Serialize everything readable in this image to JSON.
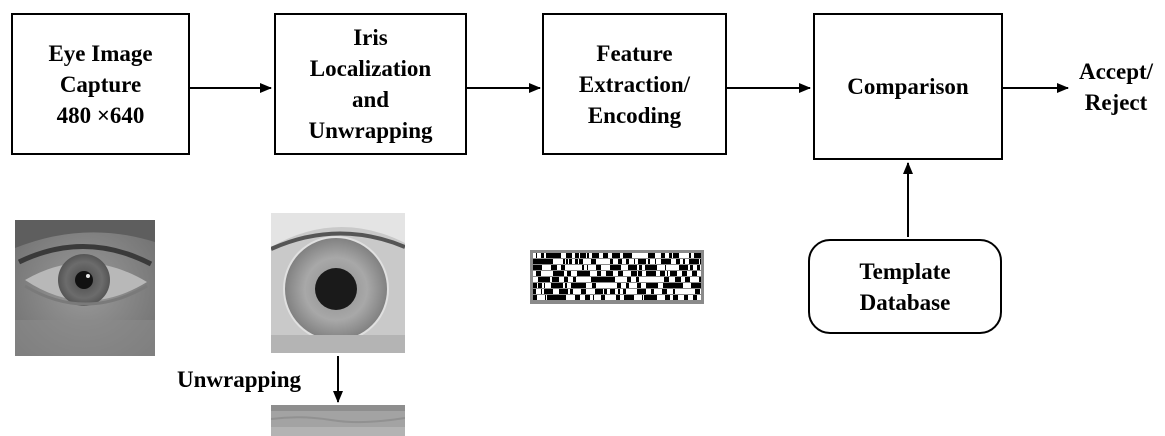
{
  "diagram": {
    "blocks": {
      "capture": "Eye Image\nCapture\n480 ×640",
      "localization": "Iris\nLocalization\nand\nUnwrapping",
      "feature": "Feature\nExtraction/\nEncoding",
      "comparison": "Comparison",
      "database": "Template\nDatabase"
    },
    "output_label": "Accept/\nReject",
    "unwrapping_label": "Unwrapping"
  }
}
